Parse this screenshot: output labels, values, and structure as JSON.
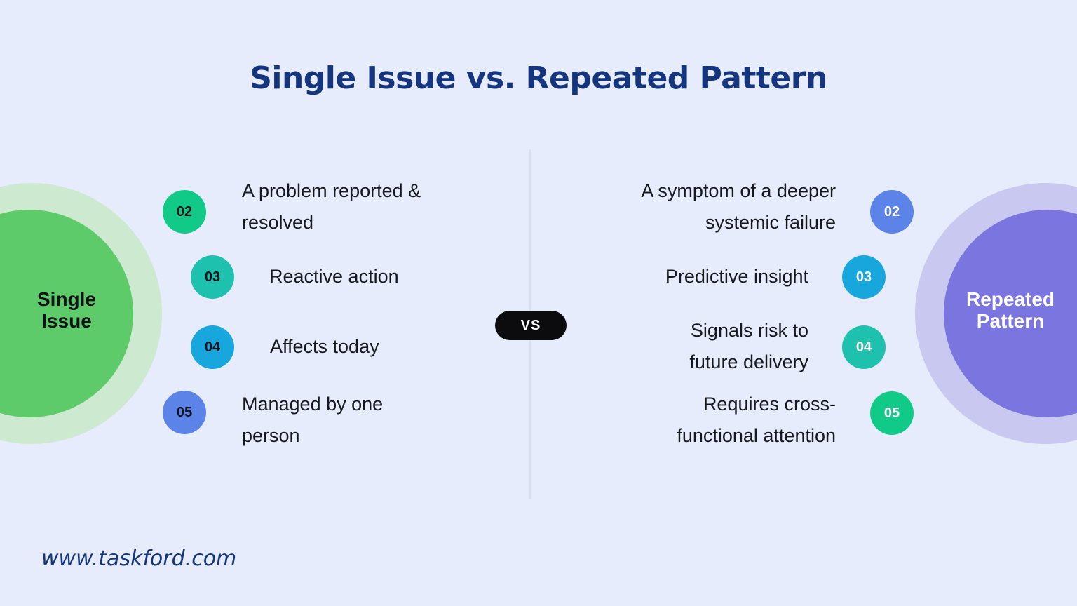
{
  "title": "Single Issue vs. Repeated Pattern",
  "vs_label": "VS",
  "colors": {
    "background": "#e6ecfb",
    "title": "#15357e",
    "divider": "#d9dee8",
    "vs_bg": "#0c0c0e",
    "left_circle": "#5ecb6a",
    "left_ring": "#cde9d0",
    "right_circle": "#7a75df",
    "right_ring": "#c9c8f0"
  },
  "left": {
    "label": "Single\nIssue",
    "items": [
      {
        "number": "02",
        "text": "A problem reported &\nresolved",
        "badge_color": "#12ca88"
      },
      {
        "number": "03",
        "text": "Reactive action",
        "badge_color": "#1ec0ae"
      },
      {
        "number": "04",
        "text": "Affects today",
        "badge_color": "#18a7dc"
      },
      {
        "number": "05",
        "text": "Managed by one\nperson",
        "badge_color": "#5b83e8"
      }
    ]
  },
  "right": {
    "label": "Repeated\nPattern",
    "items": [
      {
        "number": "02",
        "text": "A symptom of a deeper\nsystemic failure",
        "badge_color": "#5b83e8"
      },
      {
        "number": "03",
        "text": "Predictive insight",
        "badge_color": "#18a7dc"
      },
      {
        "number": "04",
        "text": "Signals risk to\nfuture delivery",
        "badge_color": "#1ec0ae"
      },
      {
        "number": "05",
        "text": "Requires cross-\nfunctional attention",
        "badge_color": "#12ca88"
      }
    ]
  },
  "footer": {
    "website": "www.taskford.com"
  }
}
